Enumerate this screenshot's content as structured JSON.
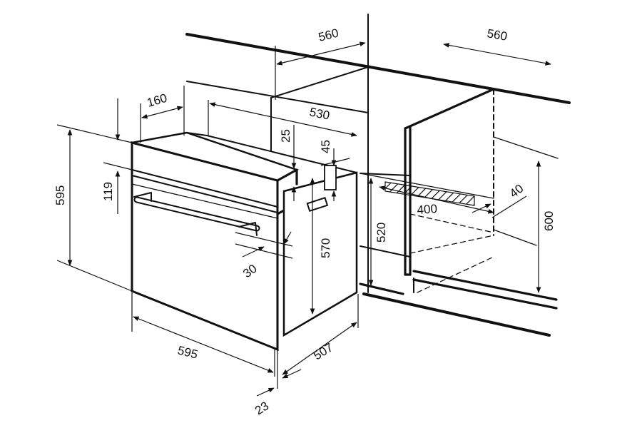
{
  "labels": {
    "d560_left": "560",
    "d560_right": "560",
    "d160": "160",
    "d530": "530",
    "d595_height": "595",
    "d119": "119",
    "d25": "25",
    "d45": "45",
    "d570": "570",
    "d520": "520",
    "d600": "600",
    "d40": "40",
    "d400": "400",
    "d30": "30",
    "d595_width": "595",
    "d507": "507",
    "d23": "23"
  },
  "colors": {
    "line": "#111111",
    "background": "#ffffff"
  }
}
